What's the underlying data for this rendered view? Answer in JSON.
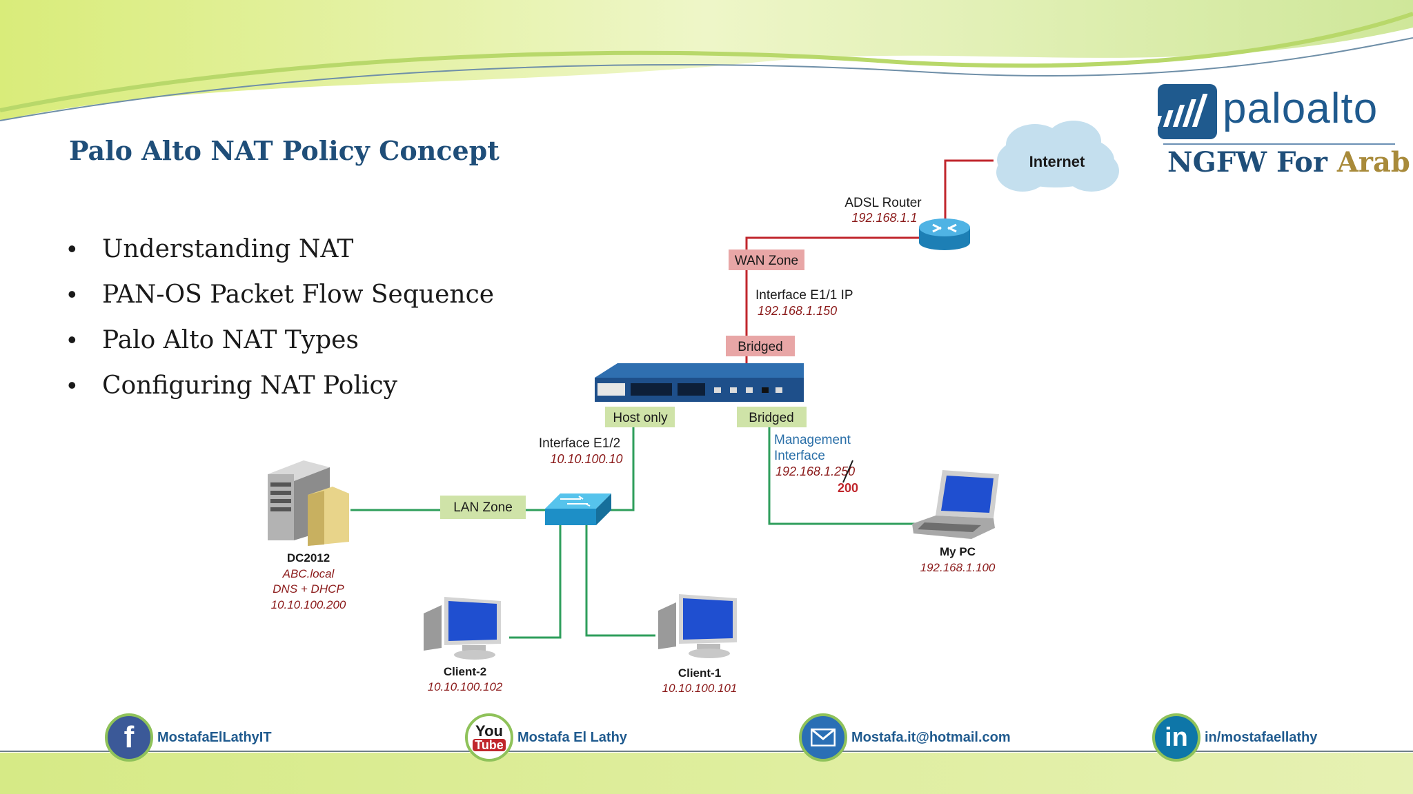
{
  "slide": {
    "title": "Palo Alto NAT Policy Concept",
    "bullets": [
      "Understanding NAT",
      "PAN-OS Packet Flow Sequence",
      "Palo Alto NAT Types",
      "Configuring NAT Policy"
    ]
  },
  "brand": {
    "logo_text": "paloalto",
    "tagline_part1": "NGFW",
    "tagline_part2": "For",
    "tagline_part3": "Arab"
  },
  "diagram": {
    "internet": "Internet",
    "adsl_router": {
      "name": "ADSL Router",
      "ip": "192.168.1.1"
    },
    "wan_zone": "WAN Zone",
    "e1_1": {
      "name": "Interface E1/1 IP",
      "ip": "192.168.1.150"
    },
    "bridged_top": "Bridged",
    "host_only": "Host only",
    "bridged_bottom": "Bridged",
    "e1_2": {
      "name": "Interface E1/2",
      "ip": "10.10.100.10"
    },
    "management": {
      "line1": "Management",
      "line2": "Interface",
      "ip": "192.168.1.250",
      "correction": "200"
    },
    "lan_zone": "LAN Zone",
    "dc": {
      "name": "DC2012",
      "domain": "ABC.local",
      "role": "DNS + DHCP",
      "ip": "10.10.100.200"
    },
    "my_pc": {
      "name": "My PC",
      "ip": "192.168.1.100"
    },
    "client2": {
      "name": "Client-2",
      "ip": "10.10.100.102"
    },
    "client1": {
      "name": "Client-1",
      "ip": "10.10.100.101"
    }
  },
  "footer": {
    "facebook": "MostafaElLathyIT",
    "youtube_badge_1": "You",
    "youtube_badge_2": "Tube",
    "youtube": "Mostafa El Lathy",
    "email": "Mostafa.it@hotmail.com",
    "linkedin_badge": "in",
    "linkedin": "in/mostafaellathy"
  },
  "colors": {
    "title": "#1f4e79",
    "wan_line": "#c0262c",
    "lan_line": "#2e9e5b",
    "zone_red": "#e8a6a6",
    "zone_green": "#cfe3a8",
    "ip_text": "#8b1a1a",
    "mgmt_text": "#2a6fa8"
  }
}
